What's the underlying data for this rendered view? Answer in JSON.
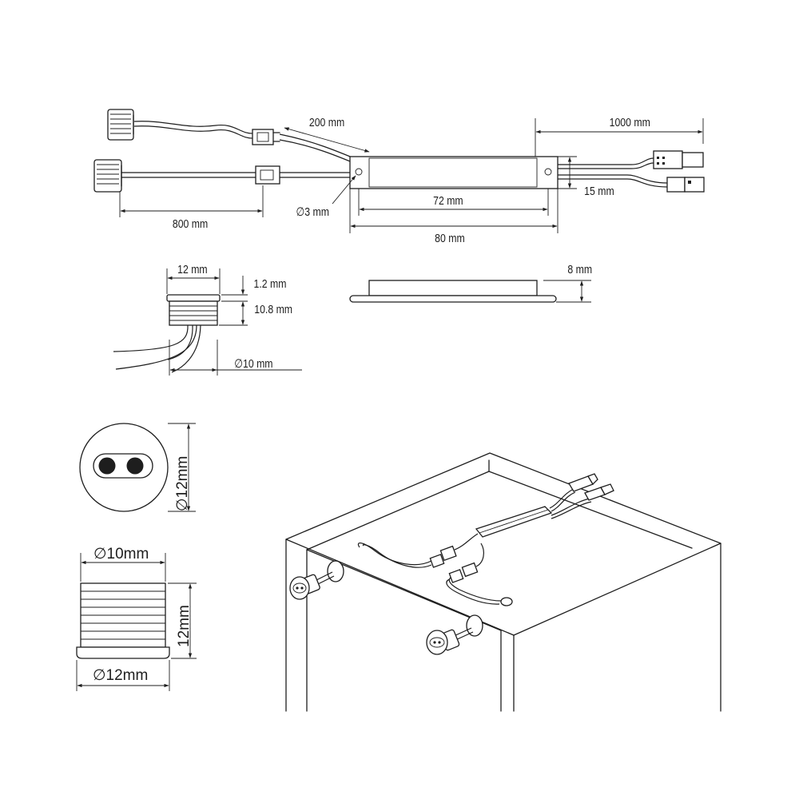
{
  "dimensions": {
    "lead_200": "200 mm",
    "lead_1000": "1000 mm",
    "lead_800": "800 mm",
    "hole_3": "∅3 mm",
    "length_72": "72 mm",
    "length_80": "80 mm",
    "width_15": "15 mm",
    "sensor_width_12": "12 mm",
    "flange_1_2": "1.2 mm",
    "body_10_8": "10.8 mm",
    "sensor_dia_10": "∅10 mm",
    "height_8": "8 mm",
    "front_dia_12": "∅12mm",
    "side_top_dia_10": "∅10mm",
    "side_height_12": "12mm",
    "side_bottom_dia_12": "∅12mm"
  }
}
